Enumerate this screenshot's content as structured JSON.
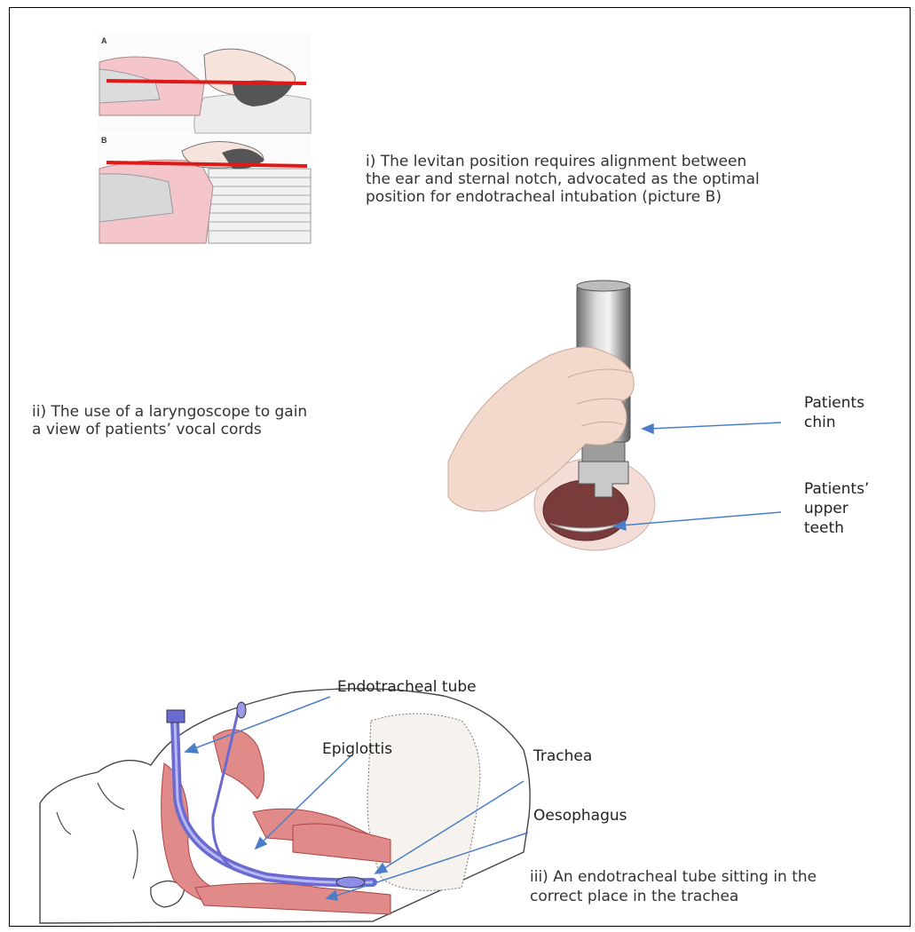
{
  "panel_i": {
    "label_a": "A",
    "label_b": "B",
    "caption": "i) The levitan position requires alignment between\nthe ear and sternal notch, advocated as the optimal\nposition for endotracheal intubation (picture B)"
  },
  "panel_ii": {
    "caption": "ii) The use of a laryngoscope to gain\na view of patients’ vocal cords",
    "label_chin": "Patients\nchin",
    "label_teeth": "Patients’\nupper\nteeth"
  },
  "panel_iii": {
    "label_tube": "Endotracheal tube",
    "label_epiglottis": "Epiglottis",
    "label_trachea": "Trachea",
    "label_oesophagus": "Oesophagus",
    "caption": "iii) An endotracheal tube sitting in the\ncorrect place in the trachea"
  },
  "colors": {
    "red_line": "#e01818",
    "arrow": "#4a7fc8",
    "tube": "#6a6ad0",
    "tissue": "#e08a8a",
    "skin": "#f2c9c5"
  }
}
